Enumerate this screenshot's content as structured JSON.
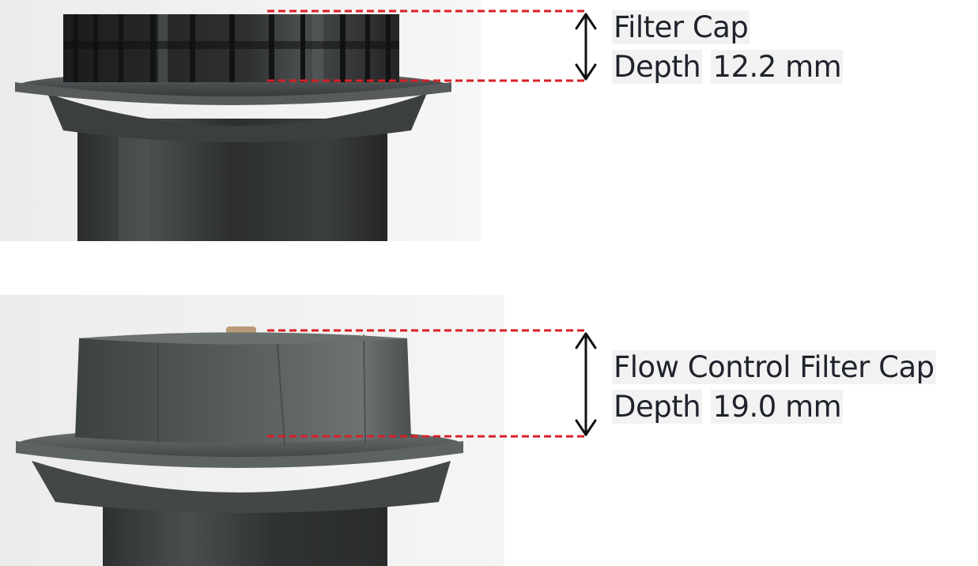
{
  "products": [
    {
      "name": "Filter Cap",
      "depth_label": "Depth",
      "depth_value": "12.2 mm"
    },
    {
      "name": "Flow Control Filter Cap",
      "depth_label": "Depth",
      "depth_value": "19.0 mm"
    }
  ],
  "colors": {
    "guide_line": "#d81f26",
    "arrow": "#111111",
    "cap_dark": "#2c2e30",
    "cap_grey": "#4c5352",
    "text": "#1f232b"
  }
}
